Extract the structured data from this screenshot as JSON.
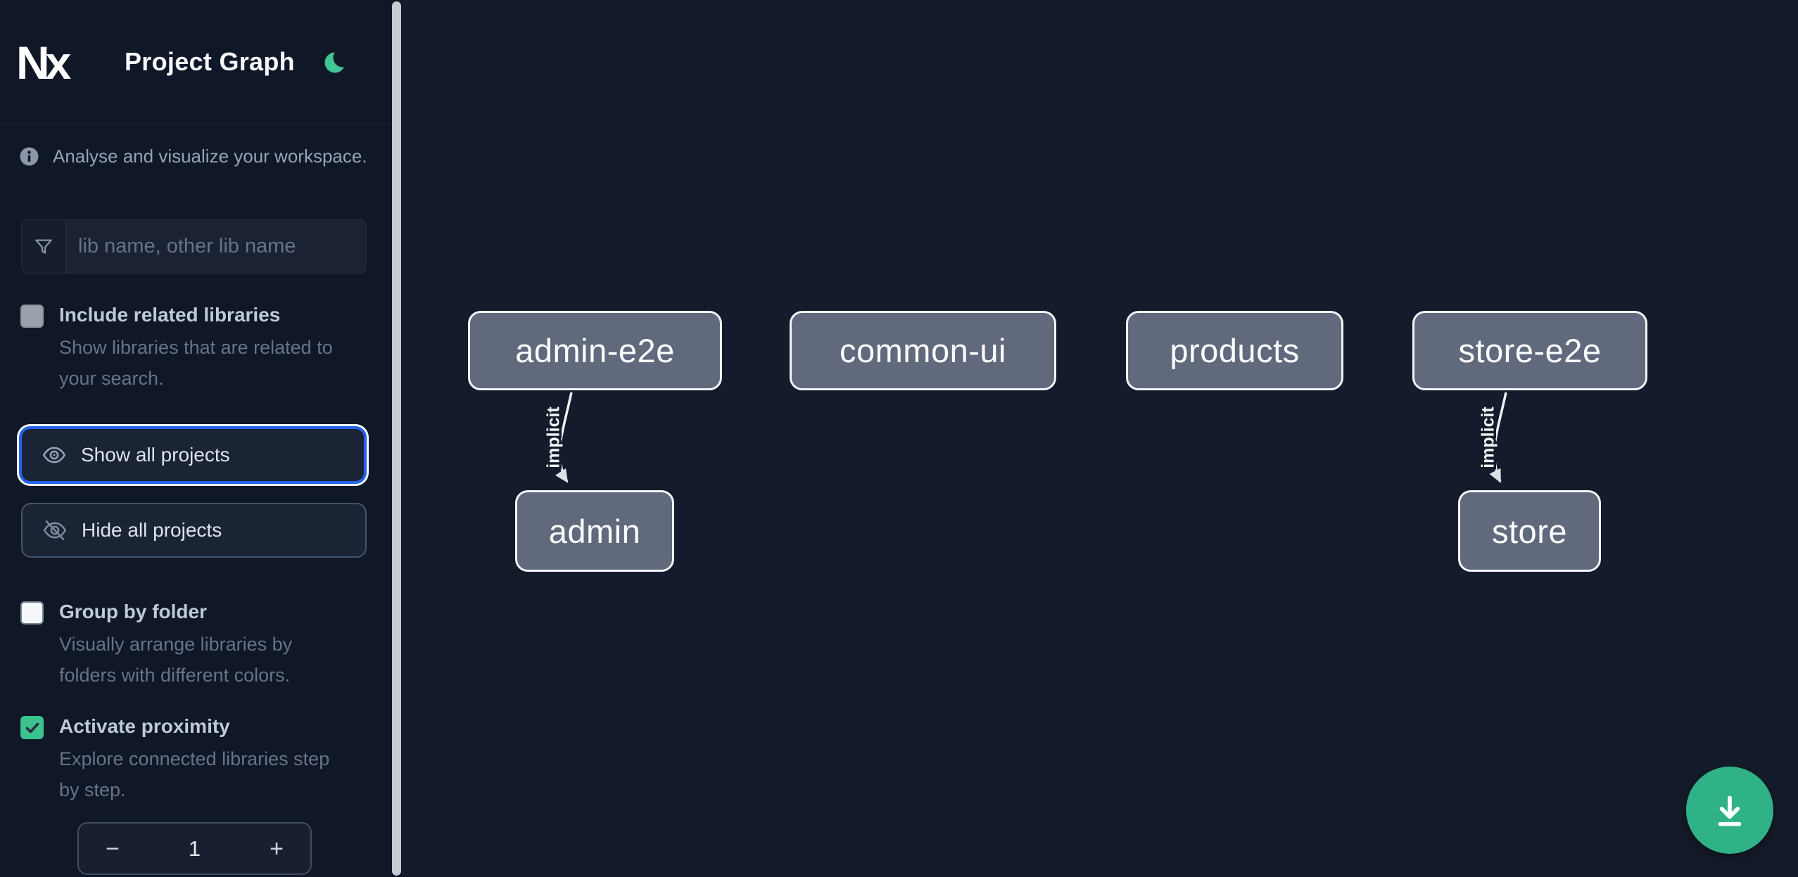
{
  "header": {
    "logo_text": "Nx",
    "title": "Project Graph"
  },
  "intro": {
    "text": "Analyse and visualize your workspace."
  },
  "search": {
    "placeholder": "lib name, other lib name",
    "value": ""
  },
  "options": {
    "include_related": {
      "label": "Include related libraries",
      "description": "Show libraries that are related to\nyour search.",
      "checked": false,
      "disabled": true
    },
    "group_by_folder": {
      "label": "Group by folder",
      "description": "Visually arrange libraries by\nfolders with different colors.",
      "checked": false
    },
    "activate_proximity": {
      "label": "Activate proximity",
      "description": "Explore connected libraries step\nby step.",
      "checked": true
    }
  },
  "actions": {
    "show_all": {
      "label": "Show all projects",
      "icon": "eye-icon",
      "focused": true
    },
    "hide_all": {
      "label": "Hide all projects",
      "icon": "eye-off-icon"
    }
  },
  "proximity_stepper": {
    "decrement_label": "−",
    "value": "1",
    "increment_label": "+"
  },
  "graph": {
    "nodes": [
      {
        "label": "admin-e2e"
      },
      {
        "label": "common-ui"
      },
      {
        "label": "products"
      },
      {
        "label": "store-e2e"
      },
      {
        "label": "admin"
      },
      {
        "label": "store"
      }
    ],
    "edges": [
      {
        "from": "admin-e2e",
        "to": "admin",
        "label": "implicit",
        "type": "implicit"
      },
      {
        "from": "store-e2e",
        "to": "store",
        "label": "implicit",
        "type": "implicit"
      }
    ]
  },
  "fab": {
    "icon": "download-icon"
  },
  "colors": {
    "sidebar_bg": "#101727",
    "canvas_bg": "#141B2A",
    "accent_green_moon": "#3EC694",
    "fab_green": "#2FB286",
    "checkbox_green": "#3CC28F",
    "focus_blue": "#2563EB",
    "node_fill": "#616A7C",
    "node_border": "#F2F4F8",
    "edge_stroke": "#EEF1F5"
  }
}
